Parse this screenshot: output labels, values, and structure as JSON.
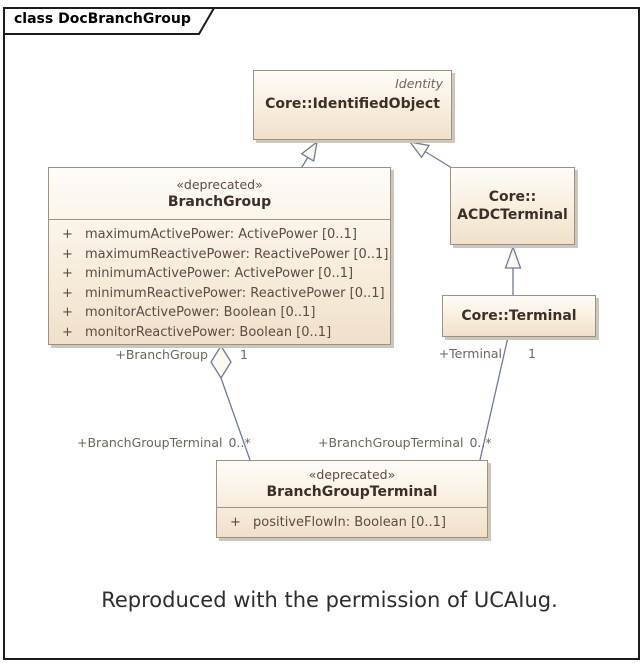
{
  "frame": {
    "title": "class DocBranchGroup"
  },
  "classes": {
    "identified_object": {
      "package_stereotype": "Identity",
      "name": "Core::IdentifiedObject"
    },
    "branch_group": {
      "stereotype": "«deprecated»",
      "name": "BranchGroup",
      "attributes": [
        {
          "vis": "+",
          "text": "maximumActivePower: ActivePower [0..1]"
        },
        {
          "vis": "+",
          "text": "maximumReactivePower: ReactivePower [0..1]"
        },
        {
          "vis": "+",
          "text": "minimumActivePower: ActivePower [0..1]"
        },
        {
          "vis": "+",
          "text": "minimumReactivePower: ReactivePower [0..1]"
        },
        {
          "vis": "+",
          "text": "monitorActivePower: Boolean [0..1]"
        },
        {
          "vis": "+",
          "text": "monitorReactivePower: Boolean [0..1]"
        }
      ]
    },
    "acdc_terminal": {
      "name_line1": "Core::",
      "name_line2": "ACDCTerminal"
    },
    "terminal": {
      "name": "Core::Terminal"
    },
    "branch_group_terminal": {
      "stereotype": "«deprecated»",
      "name": "BranchGroupTerminal",
      "attributes": [
        {
          "vis": "+",
          "text": "positiveFlowIn: Boolean [0..1]"
        }
      ]
    }
  },
  "associations": {
    "branch_group_end": {
      "role": "+BranchGroup",
      "multiplicity": "1"
    },
    "terminal_end": {
      "role": "+Terminal",
      "multiplicity": "1"
    },
    "bgt_left_end": {
      "role": "+BranchGroupTerminal",
      "multiplicity": "0..*"
    },
    "bgt_right_end": {
      "role": "+BranchGroupTerminal",
      "multiplicity": "0..*"
    }
  },
  "caption": "Reproduced with the permission of UCAIug.",
  "colors": {
    "box_fill_top": "#fefcf9",
    "box_fill_bottom": "#f0e0cb",
    "box_border": "#9b9184",
    "box_shadow": "#ccc6bb",
    "connector": "#6f7b95",
    "arrow_fill": "#fcf8f2",
    "attribute_text": "#5e4a44",
    "class_name_text": "#3d2e28",
    "edge_label_text": "#6b675f",
    "frame_border": "#1c1c1c"
  }
}
